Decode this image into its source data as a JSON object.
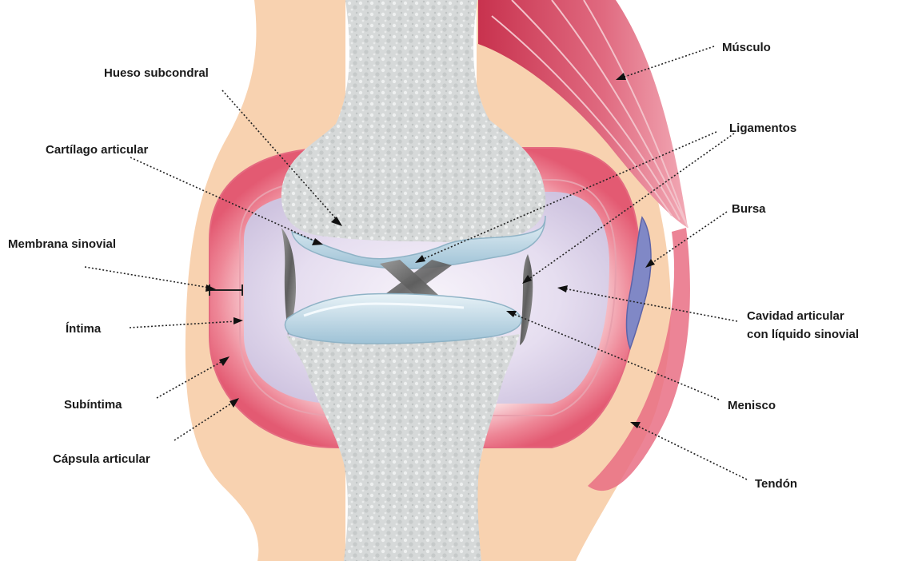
{
  "labels": {
    "hueso_subcondral": "Hueso subcondral",
    "cartilago_articular": "Cartílago articular",
    "membrana_sinovial": "Membrana sinovial",
    "intima": "Íntima",
    "subintima": "Subíntima",
    "capsula_articular": "Cápsula articular",
    "musculo": "Músculo",
    "ligamentos": "Ligamentos",
    "bursa": "Bursa",
    "cavidad_line1": "Cavidad articular",
    "cavidad_line2": "con líquido sinovial",
    "menisco": "Menisco",
    "tendon": "Tendón"
  },
  "colors": {
    "soft_tissue": "#f8d2b0",
    "capsule_red": "#e8607a",
    "capsule_pink": "#f7c3c8",
    "cavity": "#ddd4ea",
    "bone": "#d9dcdc",
    "cartilage": "#b7d3e2",
    "muscle": "#d6455d",
    "bursa": "#7f86c2",
    "ligament": "#7a7a7a"
  }
}
